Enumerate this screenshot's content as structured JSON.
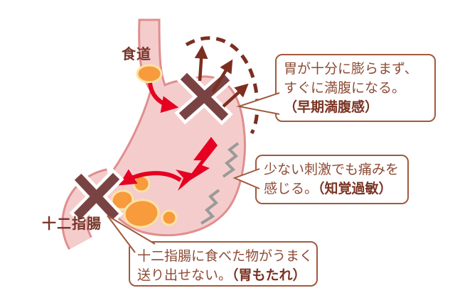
{
  "labels": {
    "esophagus": "食道",
    "duodenum": "十二指腸"
  },
  "callout_early_satiety": {
    "line1": "胃が十分に膨らまず、",
    "line2": "すぐに満腹になる。",
    "emphasis": "（早期満腹感）"
  },
  "callout_hypersensitivity": {
    "line1": "少ない刺激でも痛みを",
    "line2": "感じる。",
    "emphasis": "（知覚過敏）"
  },
  "callout_gastric_retention": {
    "line1": "十二指腸に食べた物がうまく",
    "line2": "送り出せない。",
    "emphasis": "（胃もたれ）"
  },
  "colors": {
    "stomach_fill": "#F5CCCC",
    "stomach_outline": "#E08E8E",
    "food_fill": "#F79B3D",
    "food_outline": "#FBE3A4",
    "arrow_red": "#E60021",
    "cross_color": "#7A4343",
    "burst_dark": "#7C2F1F",
    "callout_border": "#A05A3C",
    "callout_text": "#8D4B35",
    "callout_emphasis": "#7A3322",
    "label_text": "#76352A",
    "zigzag": "#9A9A9A"
  }
}
